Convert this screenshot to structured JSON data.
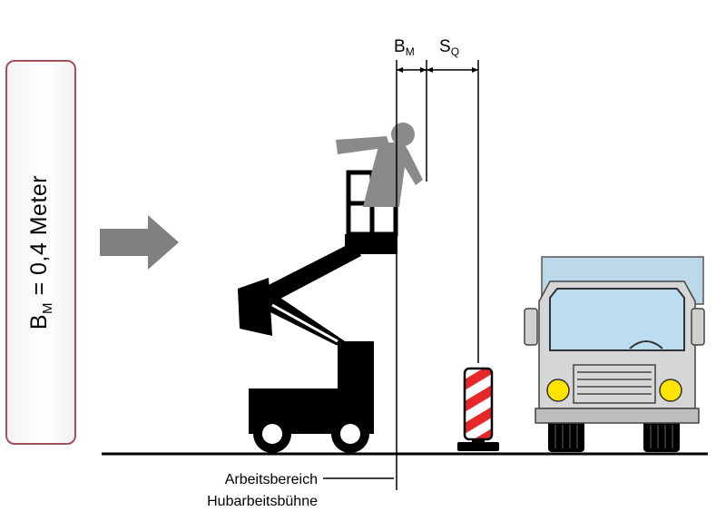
{
  "side_label": {
    "prefix": "B",
    "subscript": "M",
    "rest": " = 0,4 Meter"
  },
  "dimension_labels": {
    "bm": {
      "main": "B",
      "sub": "M"
    },
    "sq": {
      "main": "S",
      "sub": "Q"
    }
  },
  "caption": {
    "line1": "Arbeitsbereich",
    "line2": "Hubarbeitsbühne"
  },
  "colors": {
    "box_border": "#a0505c",
    "arrow": "#808080",
    "person": "#8a8a8a",
    "truck_cab": "#d6d6d6",
    "truck_box": "#bcd9ea",
    "windshield": "#bcdcef",
    "headlight": "#ffe400",
    "beacon_red": "#e8272b",
    "machine": "#000000"
  },
  "icons": [
    "right-arrow-icon",
    "lift-platform-icon",
    "worker-icon",
    "warning-beacon-icon",
    "truck-icon"
  ]
}
